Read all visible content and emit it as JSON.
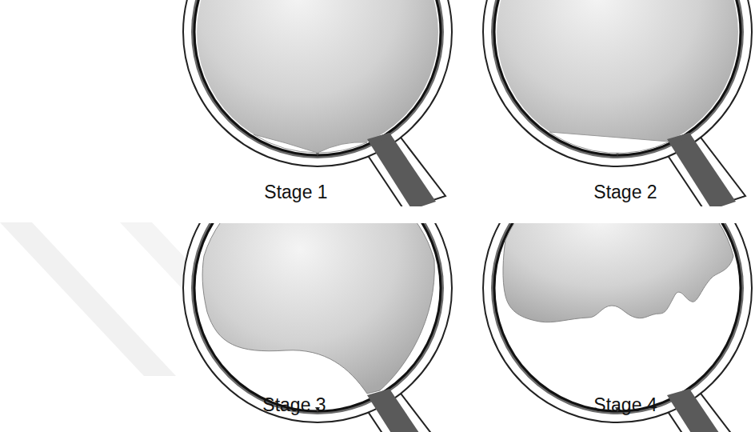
{
  "diagram": {
    "labels": [
      "Stage 1",
      "Stage 2",
      "Stage 3",
      "Stage 4"
    ]
  }
}
